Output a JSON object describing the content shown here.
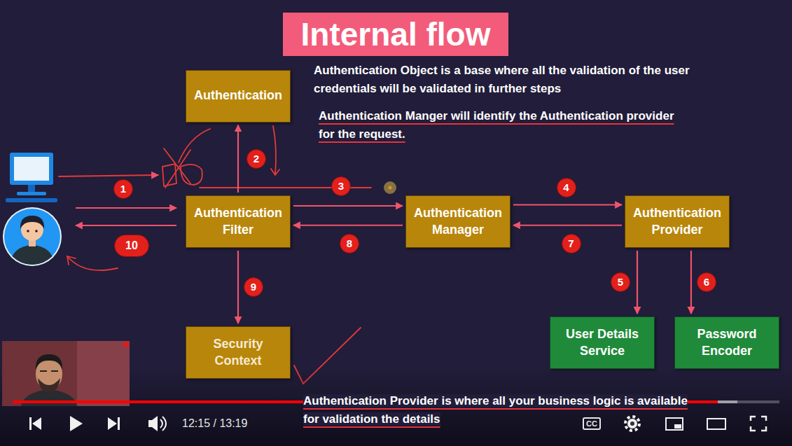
{
  "diagram": {
    "title": "Internal flow",
    "nodes": [
      {
        "text": [
          "Authentication"
        ]
      },
      {
        "text": [
          "Authentication Filter"
        ]
      },
      {
        "text": [
          "Authentication Manager"
        ]
      },
      {
        "text": [
          "Authentication Provider"
        ]
      },
      {
        "text": [
          "User Details Service"
        ]
      },
      {
        "text": [
          "Password Encoder"
        ]
      },
      {
        "text": [
          "Security Context"
        ]
      }
    ],
    "edges": [
      {
        "from": 1,
        "to": 0,
        "label": "2",
        "arrow": "to"
      },
      {
        "from": 1,
        "to": 2,
        "label": "3",
        "arrow": "to"
      },
      {
        "from": 2,
        "to": 3,
        "label": "4",
        "arrow": "to"
      },
      {
        "from": 3,
        "to": 4,
        "label": "5",
        "arrow": "to"
      },
      {
        "from": 3,
        "to": 5,
        "label": "6",
        "arrow": "to"
      },
      {
        "from": 3,
        "to": 2,
        "label": "7",
        "arrow": "to"
      },
      {
        "from": 2,
        "to": 1,
        "label": "8",
        "arrow": "to"
      },
      {
        "from": 1,
        "to": 6,
        "label": "9",
        "arrow": "to"
      }
    ],
    "labels": [
      "Authentication Object is a base where all the validation of the user credentials will be validated in further steps",
      "Authentication Manger will identify the Authentication provider for the request.",
      "1",
      "10",
      "Authentication Provider is where all your business logic is available for validation the details",
      "12:15 / 13:19",
      "CC"
    ]
  }
}
